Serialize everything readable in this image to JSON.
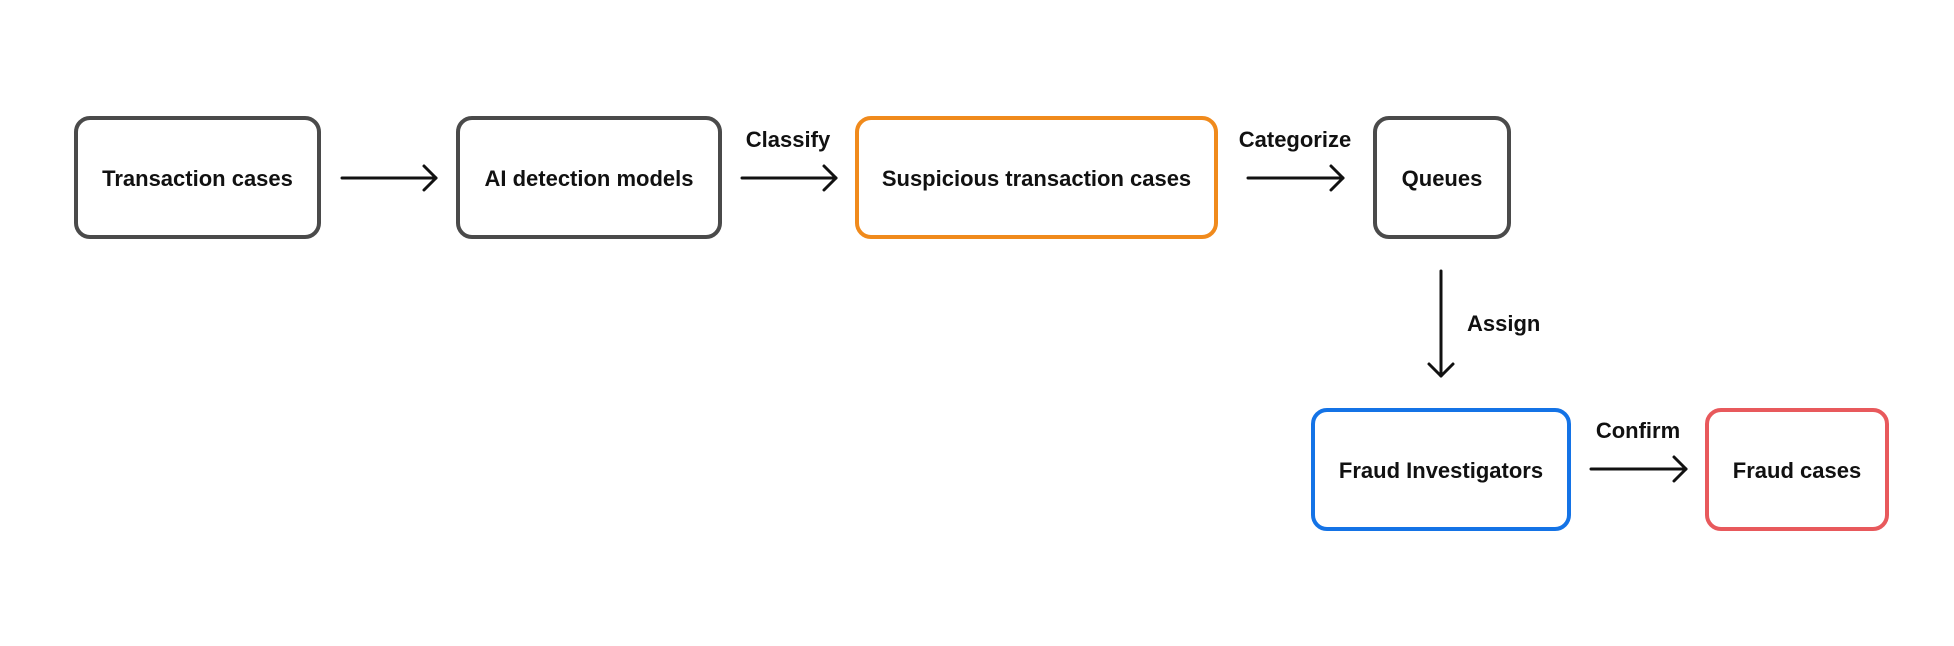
{
  "colors": {
    "default_border": "#4a4a4a",
    "highlight_border": "#f08a1c",
    "assignee_border": "#1473e6",
    "outcome_border": "#e8595c",
    "arrow": "#111111",
    "text": "#111111",
    "background": "#ffffff"
  },
  "nodes": {
    "transaction_cases": {
      "label": "Transaction cases",
      "color": "#4a4a4a"
    },
    "ai_detection_models": {
      "label": "AI detection models",
      "color": "#4a4a4a"
    },
    "suspicious_transaction_cases": {
      "label": "Suspicious transaction cases",
      "color": "#f08a1c"
    },
    "queues": {
      "label": "Queues",
      "color": "#4a4a4a"
    },
    "fraud_investigators": {
      "label": "Fraud Investigators",
      "color": "#1473e6"
    },
    "fraud_cases": {
      "label": "Fraud cases",
      "color": "#e8595c"
    }
  },
  "edges": {
    "transaction_to_ai": {
      "from": "Transaction cases",
      "to": "AI detection models",
      "label": ""
    },
    "ai_to_suspicious": {
      "from": "AI detection models",
      "to": "Suspicious transaction cases",
      "label": "Classify"
    },
    "suspicious_to_queues": {
      "from": "Suspicious transaction cases",
      "to": "Queues",
      "label": "Categorize"
    },
    "queues_to_investigators": {
      "from": "Queues",
      "to": "Fraud Investigators",
      "label": "Assign"
    },
    "investigators_to_fraud": {
      "from": "Fraud Investigators",
      "to": "Fraud cases",
      "label": "Confirm"
    }
  }
}
